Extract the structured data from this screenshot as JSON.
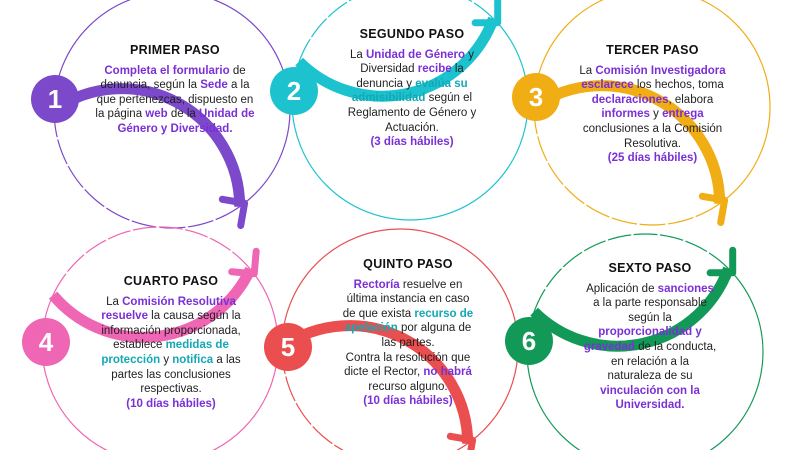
{
  "colors": {
    "step1": "#7b49c9",
    "step2": "#1cc3cf",
    "step3": "#f0ad14",
    "step4": "#ee66b4",
    "step5": "#ea4e4e",
    "step6": "#139957",
    "highlight_purple": "#7b2fd6",
    "highlight_teal": "#12a8b4"
  },
  "steps": [
    {
      "number": "1",
      "title": "PRIMER PASO",
      "lines": [
        [
          {
            "t": "Completa el formulario",
            "c": "p",
            "b": true
          },
          {
            "t": " de"
          }
        ],
        [
          {
            "t": "denuncia, según la "
          },
          {
            "t": "Sede",
            "c": "p",
            "b": true
          },
          {
            "t": " a la"
          }
        ],
        [
          {
            "t": "que pertenezcas, dispuesto en"
          }
        ],
        [
          {
            "t": "la página "
          },
          {
            "t": "web",
            "c": "p",
            "b": true
          },
          {
            "t": " de la "
          },
          {
            "t": "Unidad de",
            "c": "p",
            "b": true
          }
        ],
        [
          {
            "t": "Género y Diversidad.",
            "c": "p",
            "b": true
          }
        ]
      ]
    },
    {
      "number": "2",
      "title": "SEGUNDO PASO",
      "lines": [
        [
          {
            "t": "La "
          },
          {
            "t": "Unidad de Género",
            "c": "p",
            "b": true
          },
          {
            "t": " y"
          }
        ],
        [
          {
            "t": "Diversidad "
          },
          {
            "t": "recibe",
            "c": "p",
            "b": true
          },
          {
            "t": " la"
          }
        ],
        [
          {
            "t": "denuncia y "
          },
          {
            "t": "evalúa su",
            "c": "t",
            "b": true
          }
        ],
        [
          {
            "t": "admisibilidad",
            "c": "t",
            "b": true
          },
          {
            "t": " según el"
          }
        ],
        [
          {
            "t": "Reglamento de Género y"
          }
        ],
        [
          {
            "t": "Actuación."
          }
        ],
        [
          {
            "t": "(3 días hábiles)",
            "c": "p",
            "b": true
          }
        ]
      ]
    },
    {
      "number": "3",
      "title": "TERCER PASO",
      "lines": [
        [
          {
            "t": "La "
          },
          {
            "t": "Comisión Investigadora",
            "c": "p",
            "b": true
          }
        ],
        [
          {
            "t": "esclarece",
            "c": "p",
            "b": true
          },
          {
            "t": " los hechos, toma"
          }
        ],
        [
          {
            "t": "declaraciones",
            "c": "p",
            "b": true
          },
          {
            "t": ", elabora"
          }
        ],
        [
          {
            "t": "informes",
            "c": "p",
            "b": true
          },
          {
            "t": " y "
          },
          {
            "t": "entrega",
            "c": "p",
            "b": true
          }
        ],
        [
          {
            "t": "conclusiones a la Comisión"
          }
        ],
        [
          {
            "t": "Resolutiva."
          }
        ],
        [
          {
            "t": "(25 días hábiles)",
            "c": "p",
            "b": true
          }
        ]
      ]
    },
    {
      "number": "4",
      "title": "CUARTO PASO",
      "lines": [
        [
          {
            "t": "La "
          },
          {
            "t": "Comisión Resolutiva",
            "c": "p",
            "b": true
          }
        ],
        [
          {
            "t": "resuelve",
            "c": "p",
            "b": true
          },
          {
            "t": " la causa según la"
          }
        ],
        [
          {
            "t": "información proporcionada,"
          }
        ],
        [
          {
            "t": "establece "
          },
          {
            "t": "medidas de",
            "c": "t",
            "b": true
          }
        ],
        [
          {
            "t": "protección",
            "c": "t",
            "b": true
          },
          {
            "t": " y "
          },
          {
            "t": "notifica",
            "c": "t",
            "b": true
          },
          {
            "t": " a las"
          }
        ],
        [
          {
            "t": "partes las conclusiones"
          }
        ],
        [
          {
            "t": "respectivas."
          }
        ],
        [
          {
            "t": "(10 días hábiles)",
            "c": "p",
            "b": true
          }
        ]
      ]
    },
    {
      "number": "5",
      "title": "QUINTO PASO",
      "lines": [
        [
          {
            "t": "Rectoría",
            "c": "p",
            "b": true
          },
          {
            "t": " resuelve en"
          }
        ],
        [
          {
            "t": "última instancia en caso"
          }
        ],
        [
          {
            "t": "de que exista "
          },
          {
            "t": "recurso de",
            "c": "t",
            "b": true
          }
        ],
        [
          {
            "t": "apelación",
            "c": "t",
            "b": true
          },
          {
            "t": " por alguna de"
          }
        ],
        [
          {
            "t": "las partes."
          }
        ],
        [
          {
            "t": "Contra la resolución que"
          }
        ],
        [
          {
            "t": "dicte el Rector, "
          },
          {
            "t": "no habrá",
            "c": "p",
            "b": true
          }
        ],
        [
          {
            "t": "recurso alguno."
          }
        ],
        [
          {
            "t": "(10 días hábiles)",
            "c": "p",
            "b": true
          }
        ]
      ]
    },
    {
      "number": "6",
      "title": "SEXTO PASO",
      "lines": [
        [
          {
            "t": "Aplicación de "
          },
          {
            "t": "sanciones",
            "c": "p",
            "b": true
          }
        ],
        [
          {
            "t": "a la parte responsable"
          }
        ],
        [
          {
            "t": "según la"
          }
        ],
        [
          {
            "t": "proporcionalidad y",
            "c": "p",
            "b": true
          }
        ],
        [
          {
            "t": "gravedad",
            "c": "p",
            "b": true
          },
          {
            "t": " de la conducta,"
          }
        ],
        [
          {
            "t": "en relación a la"
          }
        ],
        [
          {
            "t": "naturaleza de su"
          }
        ],
        [
          {
            "t": "vinculación con la",
            "c": "p",
            "b": true
          }
        ],
        [
          {
            "t": "Universidad.",
            "c": "p",
            "b": true
          }
        ]
      ]
    }
  ]
}
